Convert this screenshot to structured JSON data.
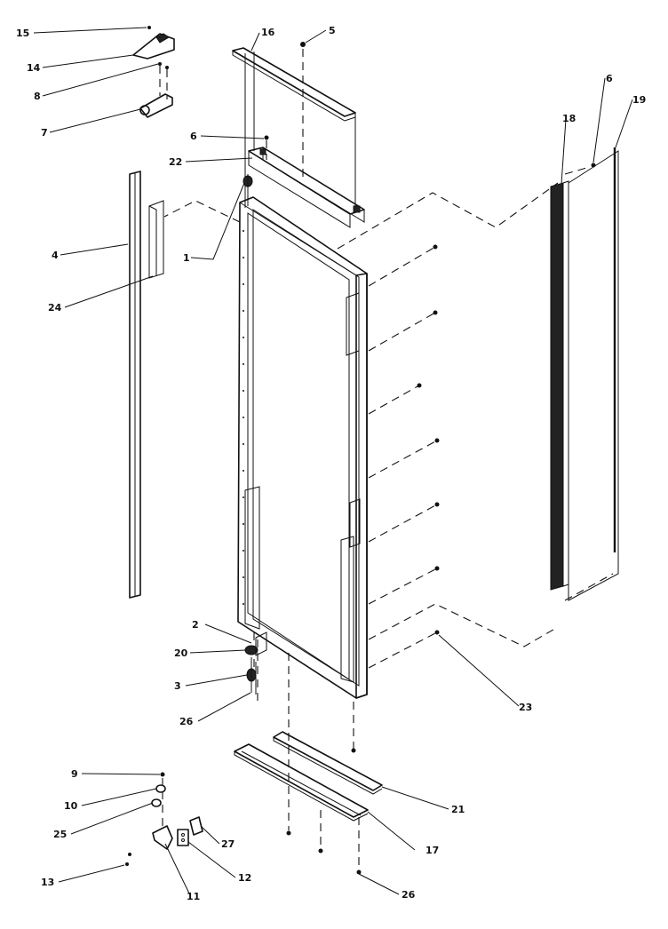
{
  "callouts": [
    {
      "id": "c15",
      "label": "15"
    },
    {
      "id": "c14",
      "label": "14"
    },
    {
      "id": "c8",
      "label": "8"
    },
    {
      "id": "c7",
      "label": "7"
    },
    {
      "id": "c16",
      "label": "16"
    },
    {
      "id": "c5",
      "label": "5"
    },
    {
      "id": "c6a",
      "label": "6"
    },
    {
      "id": "c22",
      "label": "22"
    },
    {
      "id": "c1",
      "label": "1"
    },
    {
      "id": "c4",
      "label": "4"
    },
    {
      "id": "c24",
      "label": "24"
    },
    {
      "id": "c6b",
      "label": "6"
    },
    {
      "id": "c18",
      "label": "18"
    },
    {
      "id": "c19",
      "label": "19"
    },
    {
      "id": "c2",
      "label": "2"
    },
    {
      "id": "c20",
      "label": "20"
    },
    {
      "id": "c3",
      "label": "3"
    },
    {
      "id": "c26a",
      "label": "26"
    },
    {
      "id": "c23",
      "label": "23"
    },
    {
      "id": "c9",
      "label": "9"
    },
    {
      "id": "c10",
      "label": "10"
    },
    {
      "id": "c25",
      "label": "25"
    },
    {
      "id": "c13",
      "label": "13"
    },
    {
      "id": "c11",
      "label": "11"
    },
    {
      "id": "c27",
      "label": "27"
    },
    {
      "id": "c12",
      "label": "12"
    },
    {
      "id": "c21",
      "label": "21"
    },
    {
      "id": "c17",
      "label": "17"
    },
    {
      "id": "c26b",
      "label": "26"
    }
  ]
}
